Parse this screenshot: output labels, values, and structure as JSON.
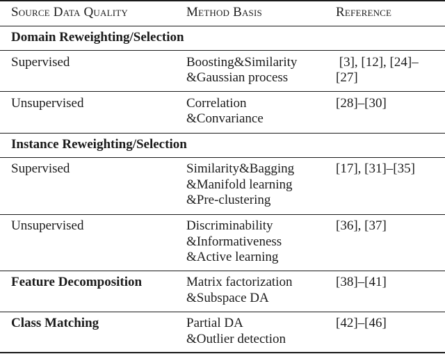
{
  "table": {
    "headers": [
      "Source Data Quality",
      "Method Basis",
      "Reference"
    ],
    "sections": [
      {
        "title": "Domain Reweighting/Selection",
        "rows": [
          {
            "quality": "Supervised",
            "method": [
              "Boosting&Similarity",
              "&Gaussian process"
            ],
            "reference": [
              " [3], [12], [24]–",
              "[27]"
            ]
          },
          {
            "quality": "Unsupervised",
            "method": [
              "Correlation",
              "&Convariance"
            ],
            "reference": [
              "[28]–[30]"
            ]
          }
        ]
      },
      {
        "title": "Instance Reweighting/Selection",
        "rows": [
          {
            "quality": "Supervised",
            "method": [
              "Similarity&Bagging",
              "&Manifold learning",
              "&Pre-clustering"
            ],
            "reference": [
              "[17], [31]–[35]"
            ]
          },
          {
            "quality": "Unsupervised",
            "method": [
              "Discriminability",
              "&Informativeness",
              "&Active learning"
            ],
            "reference": [
              "[36], [37]"
            ]
          }
        ]
      },
      {
        "title": "Feature Decomposition",
        "inline": true,
        "method": [
          "Matrix factorization",
          "&Subspace DA"
        ],
        "reference": [
          "[38]–[41]"
        ]
      },
      {
        "title": "Class Matching",
        "inline": true,
        "method": [
          "Partial DA",
          "&Outlier detection"
        ],
        "reference": [
          "[42]–[46]"
        ]
      }
    ]
  }
}
